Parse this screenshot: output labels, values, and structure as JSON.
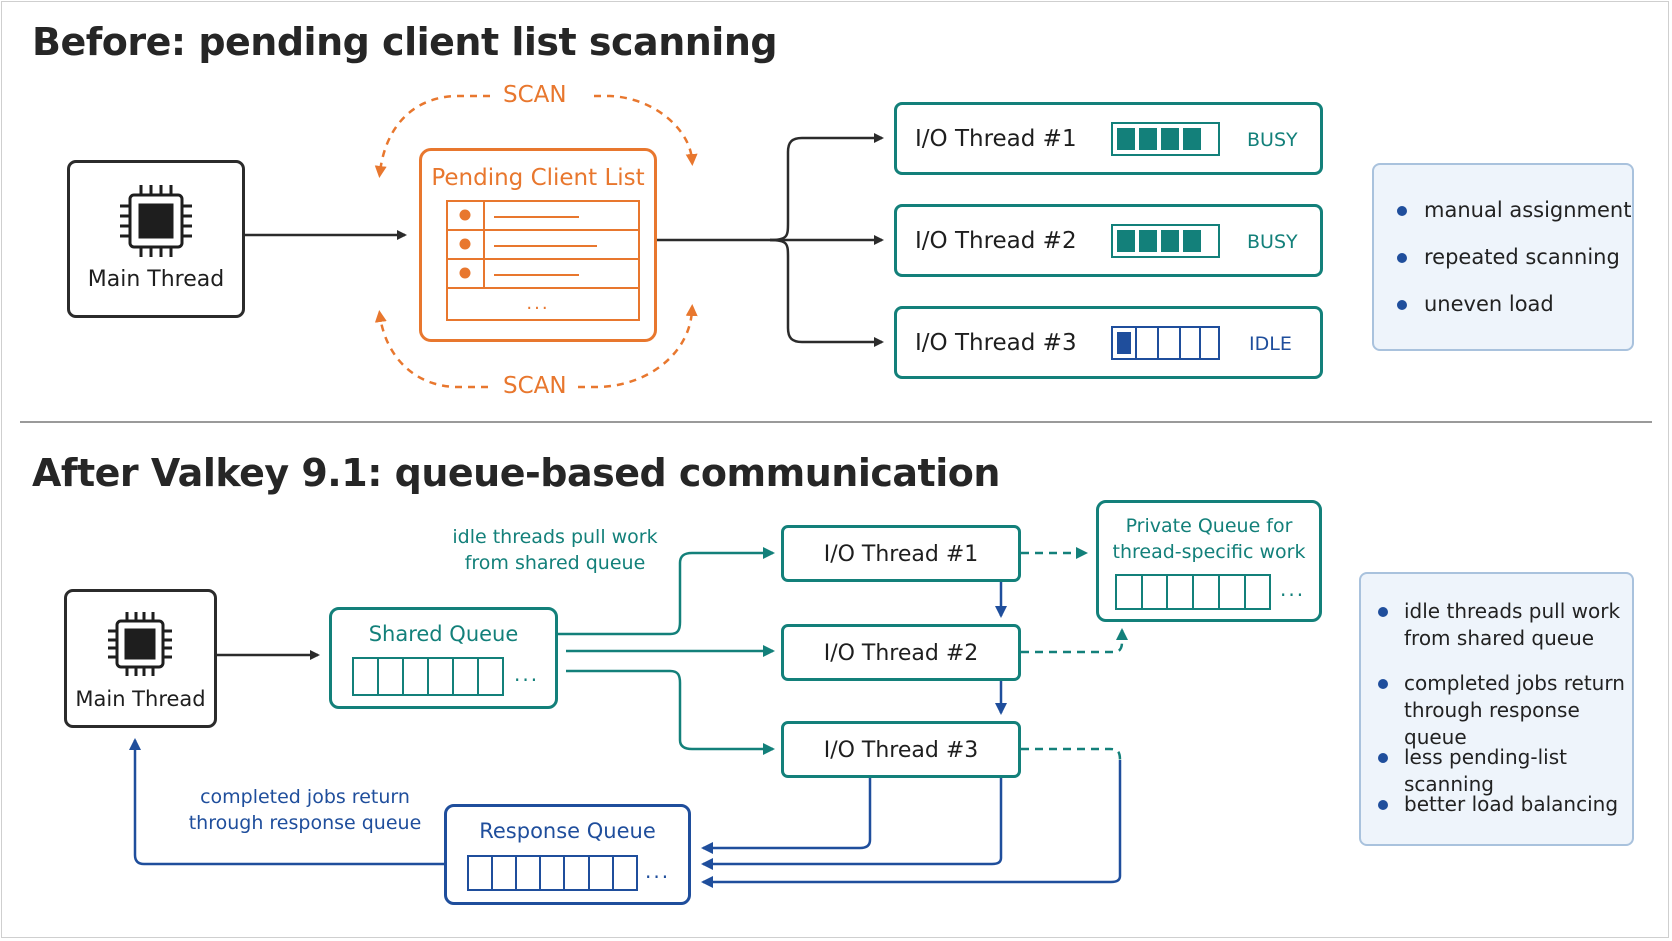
{
  "colors": {
    "orange": "#e8772e",
    "teal": "#13807a",
    "blue": "#1f4e9c",
    "dark": "#262626"
  },
  "before": {
    "title": "Before: pending client list scanning",
    "main_thread": {
      "label": "Main Thread",
      "icon": "cpu-chip-icon"
    },
    "pending_list": {
      "title": "Pending Client List",
      "ellipsis": "..."
    },
    "scan_top": "SCAN",
    "scan_bottom": "SCAN",
    "threads": [
      {
        "name": "I/O Thread #1",
        "status": "BUSY",
        "load_cells": 4
      },
      {
        "name": "I/O Thread #2",
        "status": "BUSY",
        "load_cells": 4
      },
      {
        "name": "I/O Thread #3",
        "status": "IDLE",
        "load_cells": 1
      }
    ],
    "legend": [
      "manual assignment",
      "repeated scanning",
      "uneven load"
    ]
  },
  "after": {
    "title": "After Valkey 9.1: queue-based communication",
    "main_thread": {
      "label": "Main Thread",
      "icon": "cpu-chip-icon"
    },
    "shared_queue": {
      "title": "Shared Queue",
      "ellipsis": "..."
    },
    "pull_note": [
      "idle threads pull work",
      "from shared queue"
    ],
    "threads": [
      "I/O Thread #1",
      "I/O Thread #2",
      "I/O Thread #3"
    ],
    "private_queue": {
      "title": [
        "Private Queue for",
        "thread-specific work"
      ],
      "ellipsis": "..."
    },
    "response_queue": {
      "title": "Response Queue",
      "ellipsis": "..."
    },
    "return_note": [
      "completed jobs return",
      "through response queue"
    ],
    "legend": [
      [
        "idle threads pull work",
        "from shared queue"
      ],
      [
        "completed jobs return",
        "through response queue"
      ],
      [
        "less pending-list scanning"
      ],
      [
        "better load balancing"
      ]
    ]
  }
}
